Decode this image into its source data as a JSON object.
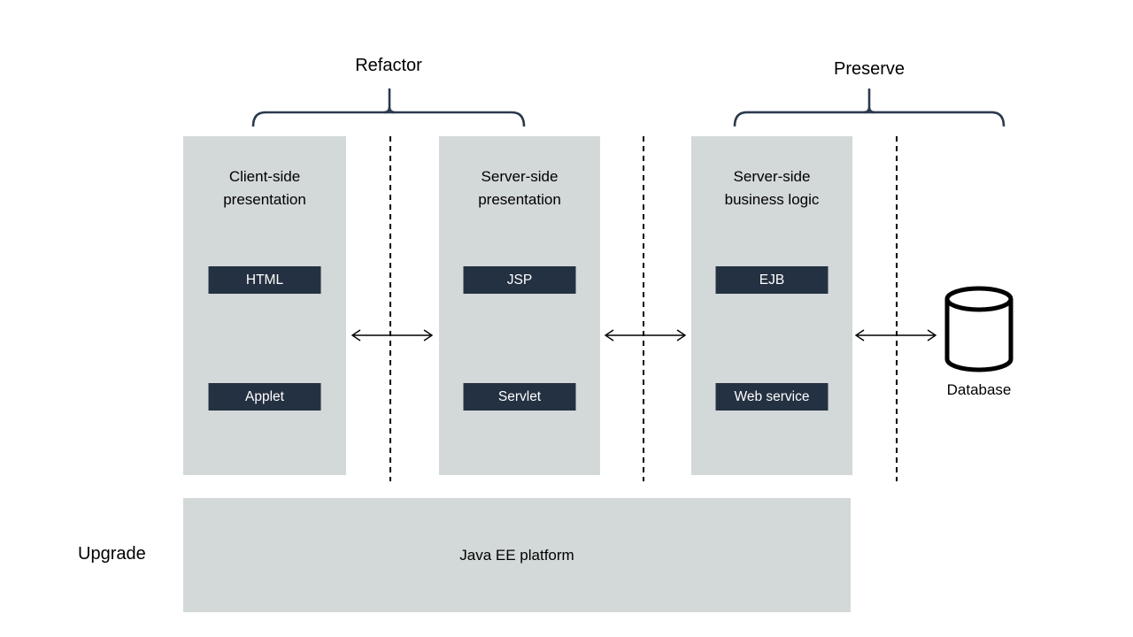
{
  "annotations": {
    "refactor": "Refactor",
    "preserve": "Preserve",
    "upgrade": "Upgrade"
  },
  "columns": [
    {
      "title_line1": "Client-side",
      "title_line2": "presentation",
      "modules": [
        "HTML",
        "Applet"
      ]
    },
    {
      "title_line1": "Server-side",
      "title_line2": "presentation",
      "modules": [
        "JSP",
        "Servlet"
      ]
    },
    {
      "title_line1": "Server-side",
      "title_line2": "business logic",
      "modules": [
        "EJB",
        "Web service"
      ]
    }
  ],
  "platform": {
    "label": "Java EE platform"
  },
  "database": {
    "label": "Database"
  },
  "colors": {
    "column_fill": "#d3d8d8",
    "module_fill": "#243142",
    "module_text": "#ffffff",
    "brace_stroke": "#2c3a4d",
    "connector_stroke": "#000000"
  }
}
